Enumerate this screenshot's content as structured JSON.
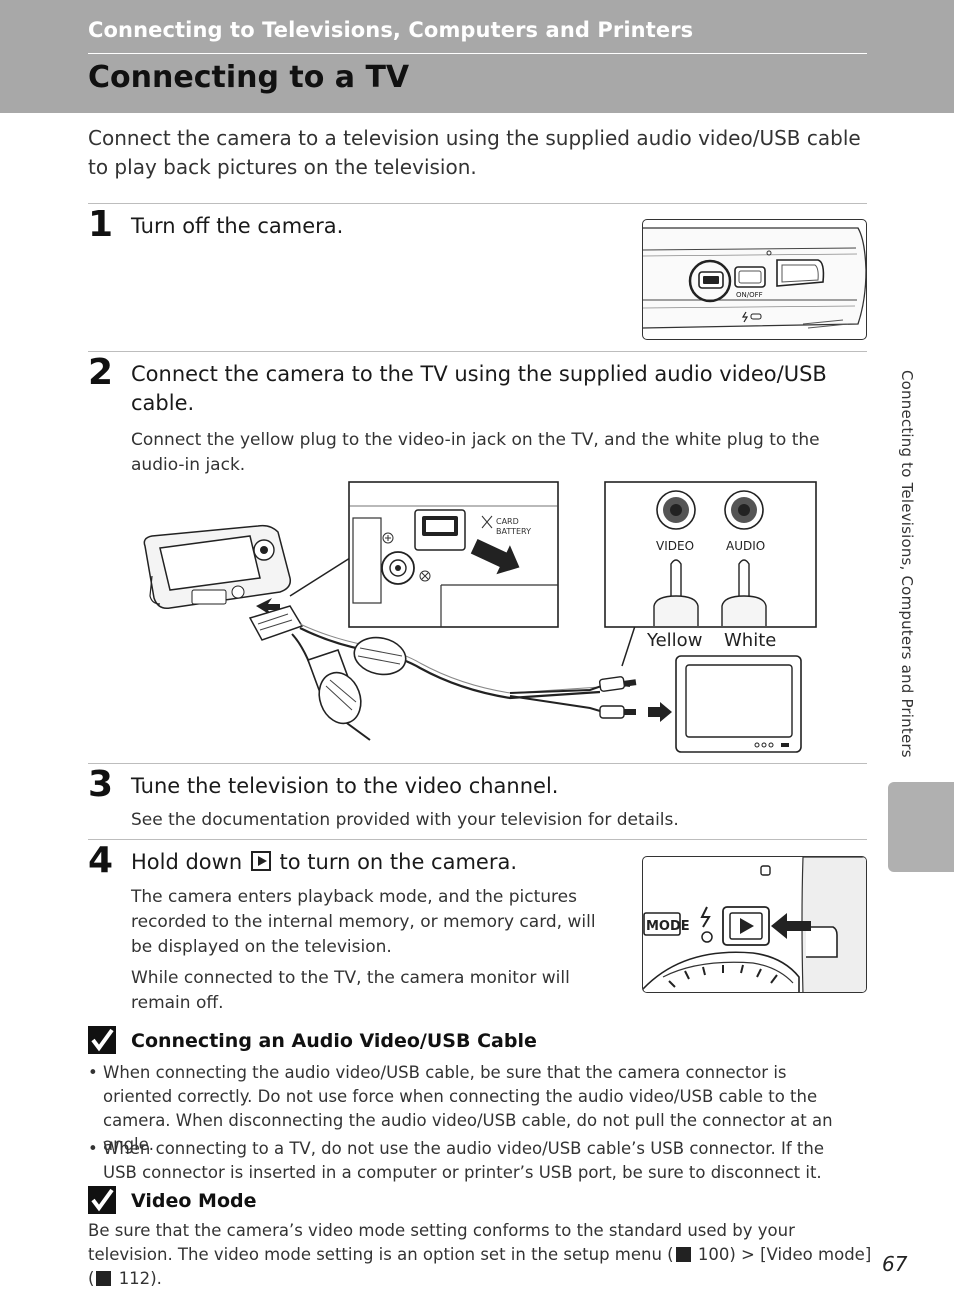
{
  "header": {
    "section_title": "Connecting to Televisions, Computers and Printers",
    "page_title": "Connecting to a TV"
  },
  "intro": "Connect the camera to a television using the supplied audio video/USB cable to play back pictures on the television.",
  "steps": [
    {
      "number": "1",
      "title": "Turn off the camera."
    },
    {
      "number": "2",
      "title": "Connect the camera to the TV using the supplied audio video/USB cable.",
      "body": "Connect the yellow plug to the video-in jack on the TV, and the white plug to the audio-in jack."
    },
    {
      "number": "3",
      "title": "Tune the television to the video channel.",
      "body": "See the documentation provided with your television for details."
    },
    {
      "number": "4",
      "title_before": "Hold down",
      "title_after": "to turn on the camera.",
      "body1": "The camera enters playback mode, and the pictures recorded to the internal memory, or memory card, will be displayed on the television.",
      "body2": "While connected to the TV, the camera monitor will remain off."
    }
  ],
  "figures": {
    "onoff_label": "ON/OFF",
    "card_label": "CARD",
    "battery_label": "BATTERY",
    "jack_video": "VIDEO",
    "jack_audio": "AUDIO",
    "plug_yellow": "Yellow",
    "plug_white": "White",
    "mode_label": "MODE"
  },
  "notes": {
    "cable_title": "Connecting an Audio Video/USB Cable",
    "cable_bullets": [
      "When connecting the audio video/USB cable, be sure that the camera connector is oriented correctly. Do not use force when connecting the audio video/USB cable to the camera. When disconnecting the audio video/USB cable, do not pull the connector at an angle.",
      "When connecting to a TV, do not use the audio video/USB cable’s USB connector. If the USB connector is inserted in a computer or printer’s USB port, be sure to disconnect it."
    ],
    "video_title": "Video Mode",
    "video_text_1": "Be sure that the camera’s video mode setting conforms to the standard used by your television. The video mode setting is an option set in the setup menu (",
    "video_ref_1": "100",
    "video_text_2": ") > [Video mode] (",
    "video_ref_2": "112",
    "video_text_3": ")."
  },
  "side_tab": "Connecting to Televisions, Computers and Printers",
  "page_number": "67",
  "bullet_char": "•"
}
